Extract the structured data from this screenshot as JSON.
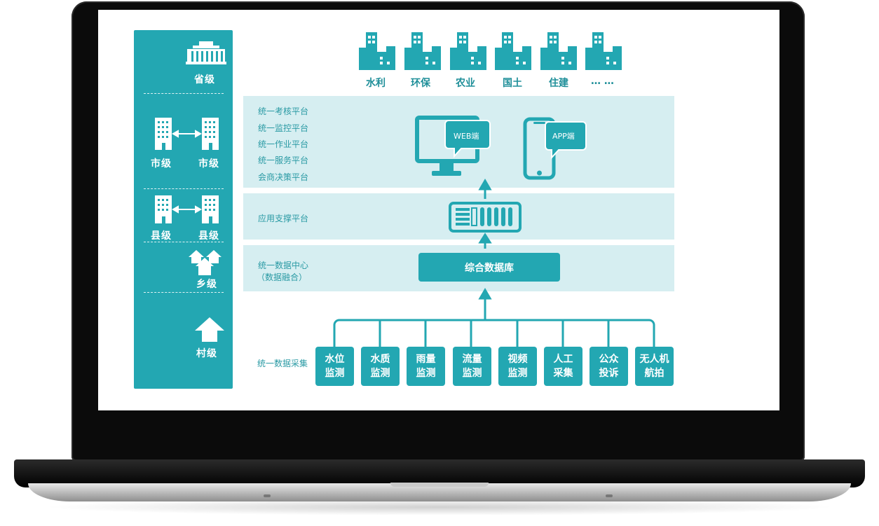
{
  "sidebar": {
    "levels": [
      {
        "label": "省级"
      },
      {
        "left": "市级",
        "right": "市级"
      },
      {
        "left": "县级",
        "right": "县级"
      },
      {
        "label": "乡级"
      },
      {
        "label": "村级"
      }
    ]
  },
  "departments": [
    "水利",
    "环保",
    "农业",
    "国土",
    "住建",
    "… …"
  ],
  "bands": {
    "top": {
      "items": [
        "统一考核平台",
        "统一监控平台",
        "统一作业平台",
        "统一服务平台",
        "会商决策平台"
      ],
      "web_label": "WEB端",
      "app_label": "APP端"
    },
    "middle": {
      "label": "应用支撑平台"
    },
    "bottom": {
      "line1": "统一数据中心",
      "line2": "（数据融合）",
      "db_label": "综合数据库"
    }
  },
  "collection": {
    "label": "统一数据采集",
    "sources": [
      {
        "l1": "水位",
        "l2": "监测"
      },
      {
        "l1": "水质",
        "l2": "监测"
      },
      {
        "l1": "雨量",
        "l2": "监测"
      },
      {
        "l1": "流量",
        "l2": "监测"
      },
      {
        "l1": "视频",
        "l2": "监测"
      },
      {
        "l1": "人工",
        "l2": "采集"
      },
      {
        "l1": "公众",
        "l2": "投诉"
      },
      {
        "l1": "无人机",
        "l2": "航拍"
      }
    ]
  },
  "colors": {
    "accent": "#23a7b2",
    "band": "#d6eef1",
    "text": "#2a9aa4",
    "bezel": "#0b0b0b"
  }
}
